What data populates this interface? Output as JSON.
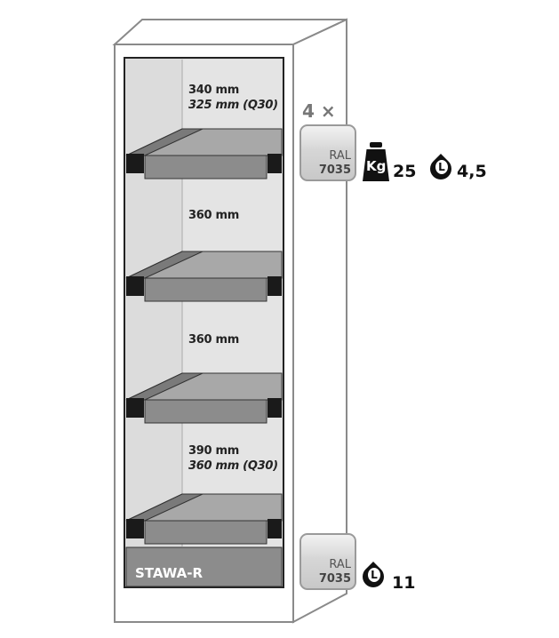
{
  "compartments": [
    {
      "height": "340 mm",
      "height_q30": "325 mm (Q30)"
    },
    {
      "height": "360 mm"
    },
    {
      "height": "360 mm"
    },
    {
      "height": "390 mm",
      "height_q30": "360 mm (Q30)"
    }
  ],
  "sump_label": "STAWA-R",
  "shelf_info": {
    "quantity": "4 ×",
    "color_ral": "RAL",
    "color_code": "7035",
    "weight_icon_label": "Kg",
    "load_kg": "25",
    "volume_icon_label": "L",
    "volume_l": "4,5"
  },
  "sump_info": {
    "color_ral": "RAL",
    "color_code": "7035",
    "volume_icon_label": "L",
    "volume_l": "11"
  },
  "colors": {
    "outline": "#8a8a8a",
    "interior": "#dcdcdc",
    "tray": "#8c8c8c",
    "bracket": "#1a1a1a"
  }
}
